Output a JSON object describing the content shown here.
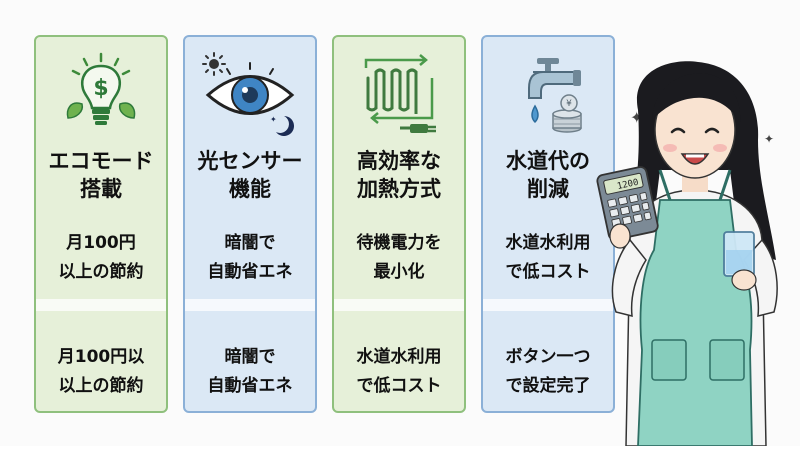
{
  "cards": [
    {
      "title": "エコモード\n搭載",
      "line1": "月100円\n以上の節約",
      "line2": "月100円以\n以上の節約",
      "icon": "lightbulb-dollar-icon",
      "theme": "green"
    },
    {
      "title": "光センサー\n機能",
      "line1": "暗闇で\n自動省エネ",
      "line2": "暗闇で\n自動省エネ",
      "icon": "eye-sun-moon-icon",
      "theme": "blue"
    },
    {
      "title": "高効率な\n加熱方式",
      "line1": "待機電力を\n最小化",
      "line2": "水道水利用\nで低コスト",
      "icon": "heating-coil-plug-icon",
      "theme": "green"
    },
    {
      "title": "水道代の\n削減",
      "line1": "水道水利用\nで低コスト",
      "line2": "ボタン一つ\nで設定完了",
      "icon": "faucet-coins-icon",
      "theme": "blue"
    }
  ],
  "calculator_display": "1200",
  "colors": {
    "green_bg": "#e6f0d9",
    "green_border": "#8fc07d",
    "blue_bg": "#dbe8f5",
    "blue_border": "#8bb0d7",
    "apron": "#8fd3c3"
  }
}
